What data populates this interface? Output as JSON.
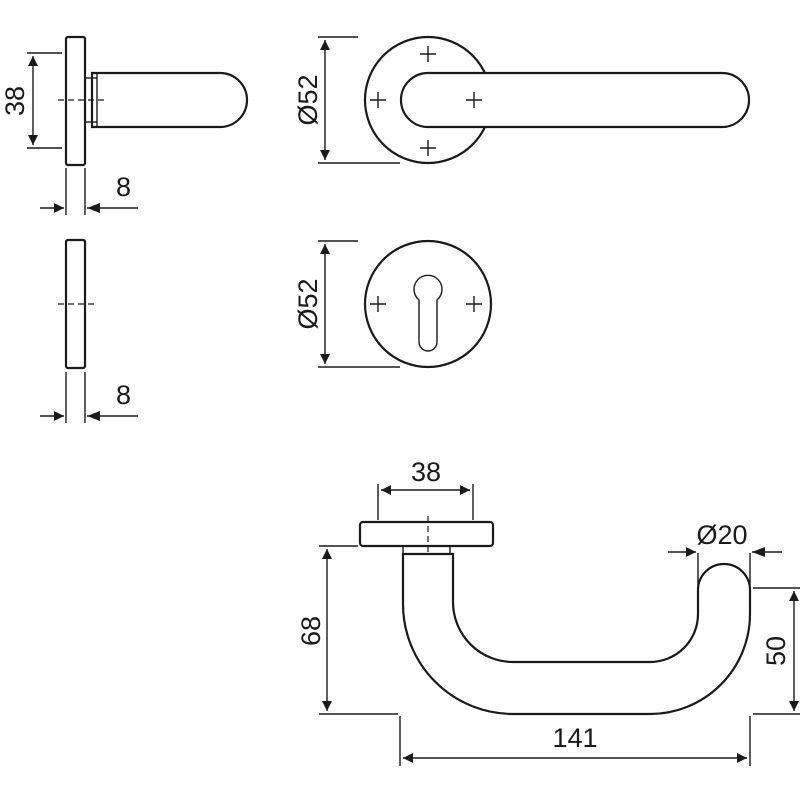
{
  "side_view_rose": {
    "height_label": "38",
    "thickness_label": "8"
  },
  "front_view_rose": {
    "diameter_label": "Ø52"
  },
  "side_view_escutcheon": {
    "thickness_label": "8"
  },
  "front_view_escutcheon": {
    "diameter_label": "Ø52"
  },
  "top_view_handle": {
    "rose_width_label": "38",
    "tube_diameter_label": "Ø20",
    "projection_label": "68",
    "end_height_label": "50",
    "length_label": "141"
  }
}
